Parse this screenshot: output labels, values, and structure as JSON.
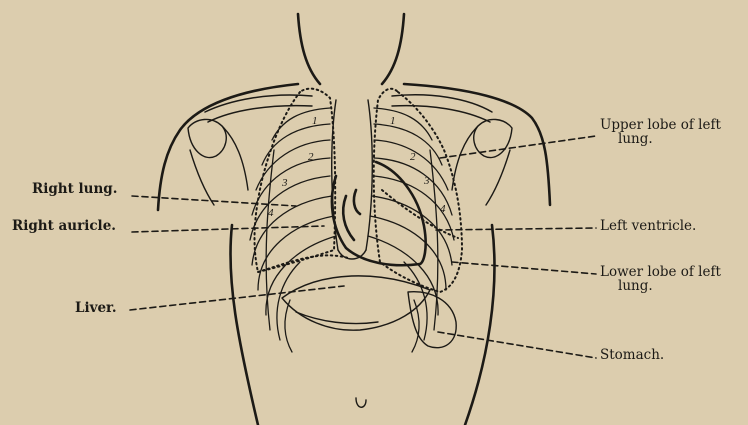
{
  "figure": {
    "ink_color": "#1c1a16",
    "paper_color": "#dccdae"
  },
  "labels": {
    "right_lung": "Right lung.",
    "right_auricle": "Right auricle.",
    "liver": "Liver.",
    "upper_lobe_left_line1": "Upper lobe of left",
    "upper_lobe_left_line2": "lung.",
    "left_ventricle": "Left ventricle.",
    "lower_lobe_left_line1": "Lower lobe of left",
    "lower_lobe_left_line2": "lung.",
    "stomach": "Stomach."
  },
  "rib_numbers": {
    "right": [
      "1",
      "2",
      "3",
      "4"
    ],
    "left": [
      "1",
      "2",
      "3",
      "4"
    ]
  }
}
